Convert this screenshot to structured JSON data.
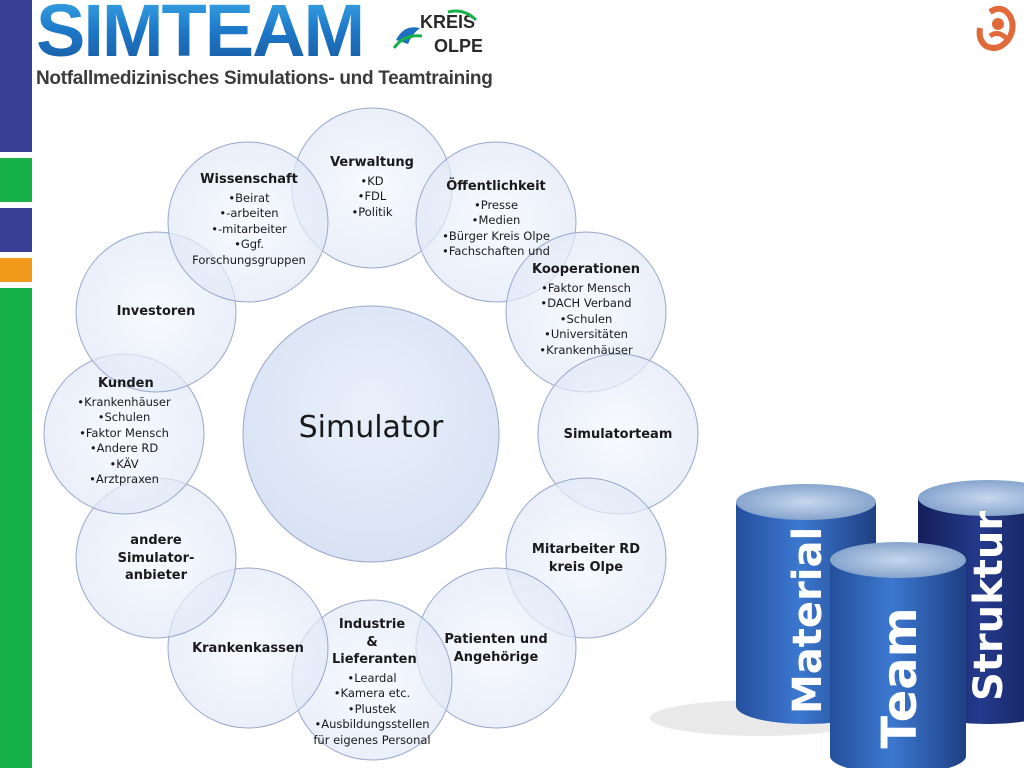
{
  "header": {
    "logo_text": "SIMTEAM",
    "kreis_logo_text_1": "KREIS",
    "kreis_logo_text_2": "OLPE",
    "subtitle": "Notfallmedizinisches Simulations- und Teamtraining"
  },
  "colors": {
    "sidebar": [
      "#3a3f96",
      "#17b14a",
      "#3a3f96",
      "#f39a1c",
      "#17b14a"
    ],
    "circle_fill": "#e9eef9",
    "circle_stroke": "#9aa8c9",
    "cylinder_light": "#2f5fb4",
    "cylinder_dark": "#1b2f7a"
  },
  "diagram": {
    "center": "Simulator",
    "nodes": [
      {
        "title": "Verwaltung",
        "items": [
          "•KD",
          "•FDL",
          "•Politik"
        ]
      },
      {
        "title": "Öffentlichkeit",
        "items": [
          "•Presse",
          "•Medien",
          "•Bürger Kreis Olpe",
          "•Fachschaften und"
        ]
      },
      {
        "title": "Kooperationen",
        "items": [
          "•Faktor Mensch",
          "•DACH Verband",
          "•Schulen",
          "•Universitäten",
          "•Krankenhäuser"
        ]
      },
      {
        "title": "Simulatorteam",
        "items": []
      },
      {
        "title": "Mitarbeiter RD kreis Olpe",
        "items": []
      },
      {
        "title": "Patienten und Angehörige",
        "items": []
      },
      {
        "title": "Industrie & Lieferanten",
        "items": [
          "•Leardal",
          "•Kamera etc.",
          "•Plustek",
          "•Ausbildungsstellen für eigenes Personal"
        ]
      },
      {
        "title": "Krankenkassen",
        "items": []
      },
      {
        "title": "andere Simulator-anbieter",
        "items": []
      },
      {
        "title": "Kunden",
        "items": [
          "•Krankenhäuser",
          "•Schulen",
          "•Faktor Mensch",
          "•Andere RD",
          "•KÄV",
          "•Arztpraxen"
        ]
      },
      {
        "title": "Investoren",
        "items": []
      },
      {
        "title": "Wissenschaft",
        "items": [
          "•Beirat",
          "•-arbeiten",
          "•-mitarbeiter",
          "•Ggf. Forschungsgruppen"
        ]
      }
    ]
  },
  "cylinders": {
    "material": "Material",
    "team": "Team",
    "struktur": "Struktur"
  }
}
